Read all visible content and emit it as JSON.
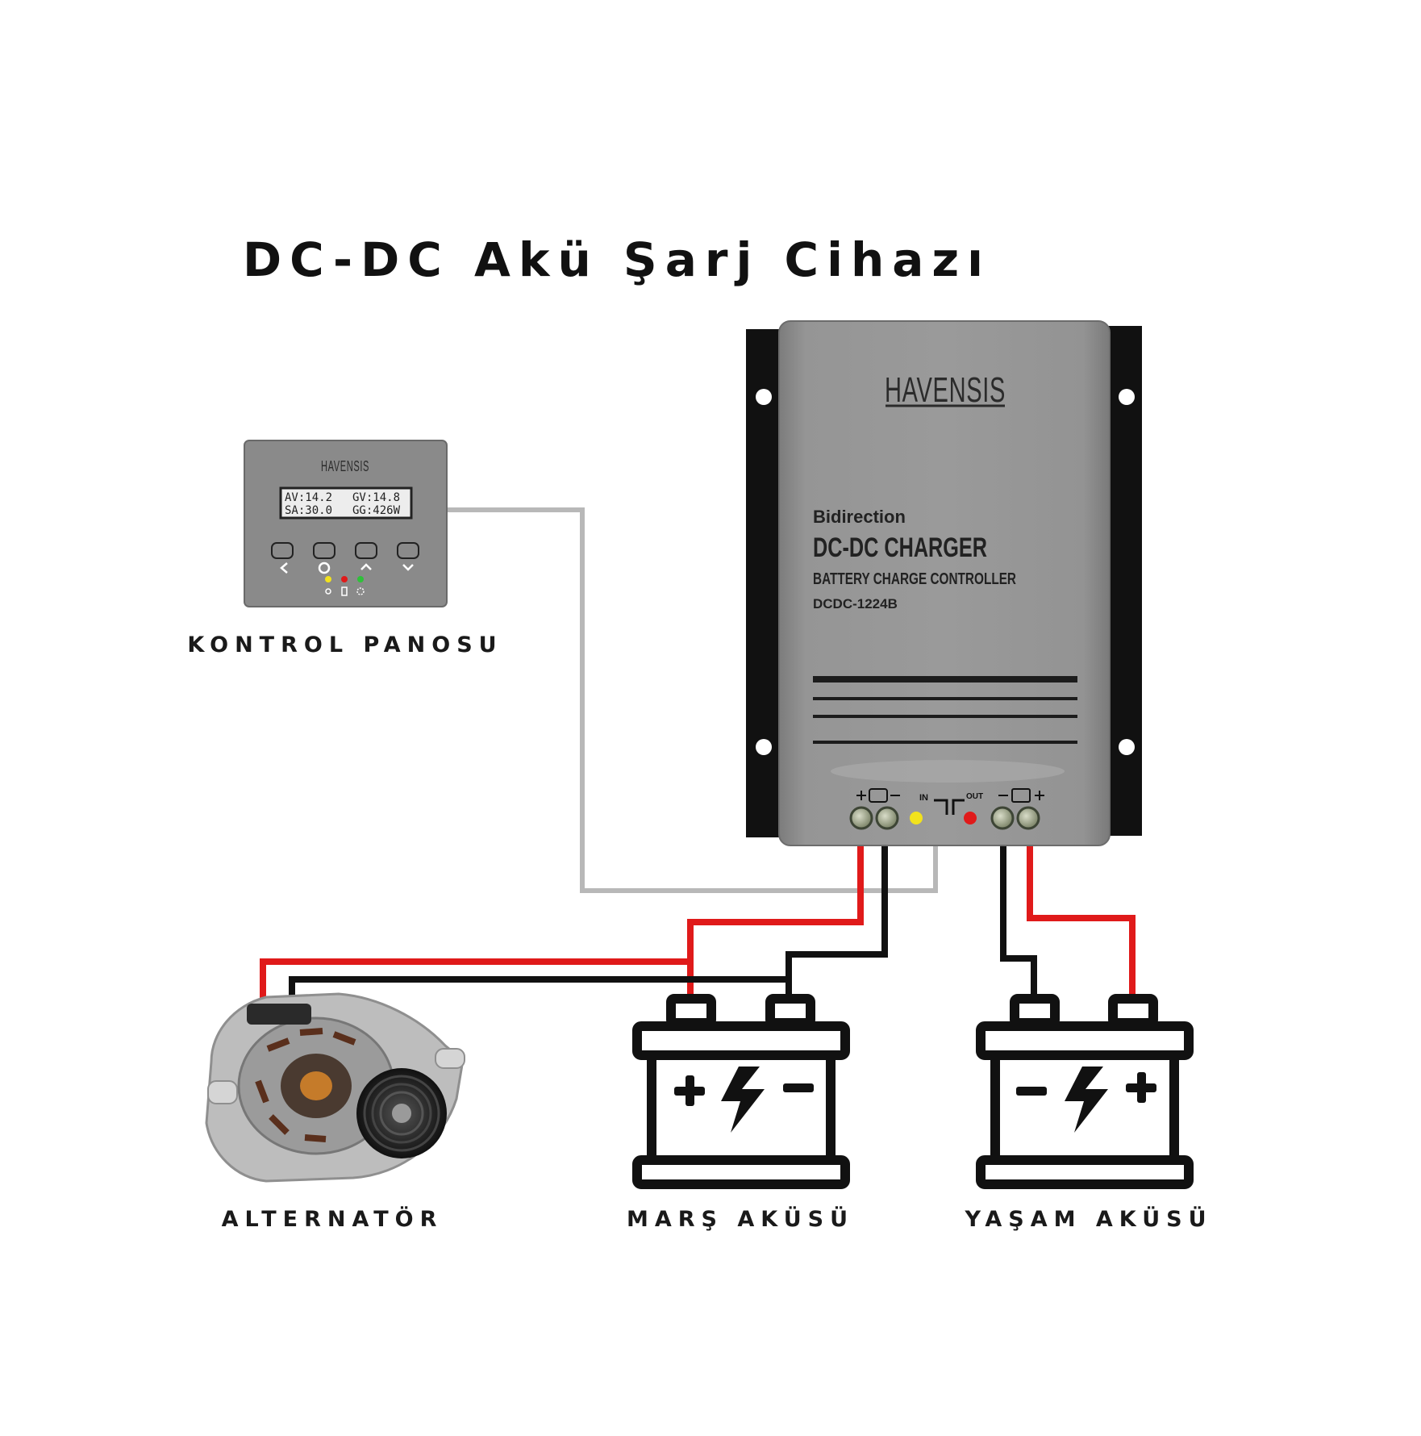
{
  "title": "DC-DC Akü Şarj Cihazı",
  "charger": {
    "brand": "HAVENSIS",
    "line1": "Bidirection",
    "line2": "DC-DC CHARGER",
    "line3": "BATTERY CHARGE CONTROLLER",
    "model": "DCDC-1224B",
    "in_label": "IN",
    "out_label": "OUT"
  },
  "control_panel": {
    "brand": "HAVENSIS",
    "display": {
      "row1_left": "AV:14.2",
      "row1_right": "GV:14.8",
      "row2_left": "SA:30.0",
      "row2_right": "GG:426W"
    },
    "buttons": [
      "<",
      "O",
      "^",
      "v"
    ],
    "caption": "KONTROL PANOSU"
  },
  "captions": {
    "alternator": "ALTERNATÖR",
    "starter_battery": "MARŞ AKÜSÜ",
    "house_battery": "YAŞAM AKÜSÜ"
  },
  "colors": {
    "positive_wire": "#e01a1a",
    "negative_wire": "#111111",
    "signal_wire": "#b8b8b8",
    "charger_body": "#8e8e8e",
    "led_yellow": "#f2e21c",
    "led_red": "#e01a1a",
    "led_green": "#2fc03a"
  }
}
